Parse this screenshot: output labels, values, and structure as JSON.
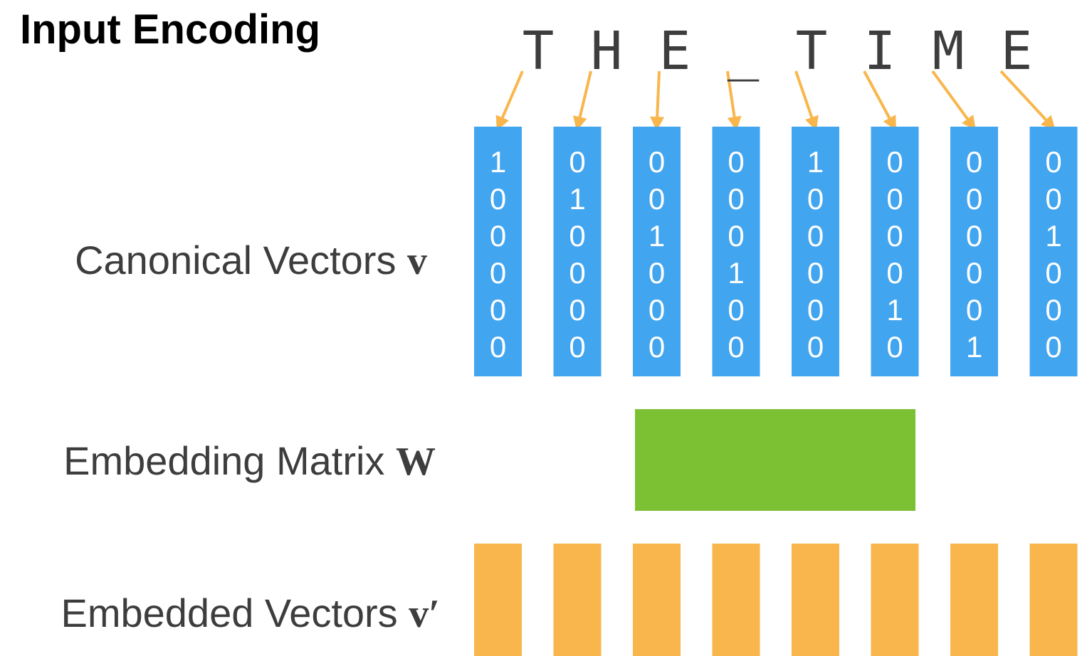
{
  "title": "Input Encoding",
  "labels": {
    "canonical_prefix": "Canonical Vectors ",
    "canonical_symbol": "v",
    "embedding_prefix": "Embedding Matrix ",
    "embedding_symbol": "W",
    "embedded_prefix": "Embedded Vectors ",
    "embedded_symbol": "v′"
  },
  "characters": [
    "T",
    "H",
    "E",
    "_",
    "T",
    "I",
    "M",
    "E"
  ],
  "one_hot_vectors": [
    [
      "1",
      "0",
      "0",
      "0",
      "0",
      "0"
    ],
    [
      "0",
      "1",
      "0",
      "0",
      "0",
      "0"
    ],
    [
      "0",
      "0",
      "1",
      "0",
      "0",
      "0"
    ],
    [
      "0",
      "0",
      "0",
      "1",
      "0",
      "0"
    ],
    [
      "1",
      "0",
      "0",
      "0",
      "0",
      "0"
    ],
    [
      "0",
      "0",
      "0",
      "0",
      "1",
      "0"
    ],
    [
      "0",
      "0",
      "0",
      "0",
      "0",
      "1"
    ],
    [
      "0",
      "0",
      "1",
      "0",
      "0",
      "0"
    ]
  ],
  "colors": {
    "canonical_vector": "#42a5f0",
    "embedding_matrix": "#7cc134",
    "embedded_vector": "#f8b64c",
    "arrow": "#f8b64c"
  }
}
